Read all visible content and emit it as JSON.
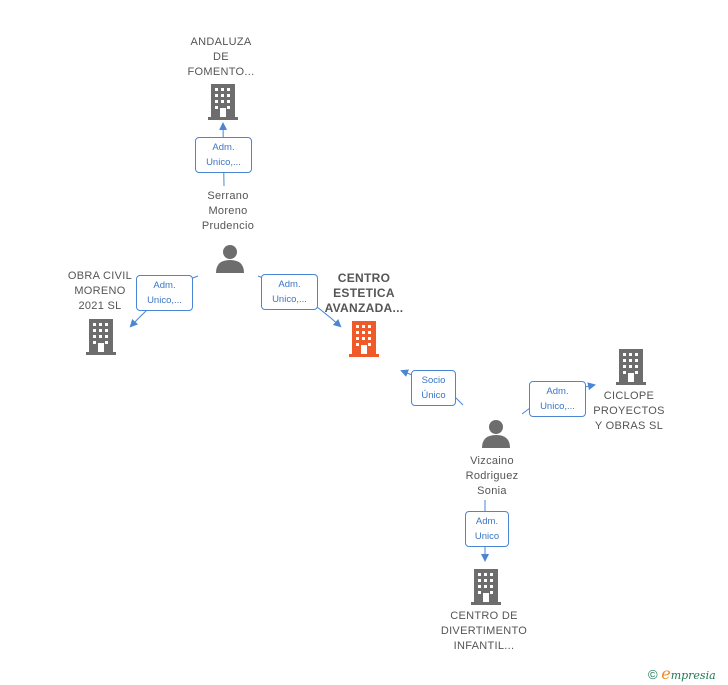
{
  "nodes": {
    "andaluza": {
      "label": [
        "ANDALUZA",
        "DE",
        "FOMENTO..."
      ]
    },
    "serrano": {
      "label": [
        "Serrano",
        "Moreno",
        "Prudencio"
      ]
    },
    "obra_civil": {
      "label": [
        "OBRA CIVIL",
        "MORENO",
        "2021  SL"
      ]
    },
    "centro_estetica": {
      "label": [
        "CENTRO",
        "ESTETICA",
        "AVANZADA..."
      ]
    },
    "vizcaino": {
      "label": [
        "Vizcaino",
        "Rodriguez",
        "Sonia"
      ]
    },
    "ciclope": {
      "label": [
        "CICLOPE",
        "PROYECTOS",
        "Y OBRAS SL"
      ]
    },
    "centro_divertimento": {
      "label": [
        "CENTRO DE",
        "DIVERTIMENTO",
        "INFANTIL..."
      ]
    }
  },
  "edges": {
    "serrano_andaluza": [
      "Adm.",
      "Unico,..."
    ],
    "serrano_obra": [
      "Adm.",
      "Unico,..."
    ],
    "serrano_centro": [
      "Adm.",
      "Unico,..."
    ],
    "vizcaino_centro": [
      "Socio",
      "Único"
    ],
    "vizcaino_ciclope": [
      "Adm.",
      "Unico,..."
    ],
    "vizcaino_divert": [
      "Adm.",
      "Unico"
    ]
  },
  "colors": {
    "company": "#6d6d6d",
    "focus_company": "#f05a28",
    "person": "#6d6d6d",
    "edge": "#4a86d4"
  },
  "footer": {
    "copyright": "©",
    "brand_initial": "e",
    "brand_rest": "mpresia"
  }
}
